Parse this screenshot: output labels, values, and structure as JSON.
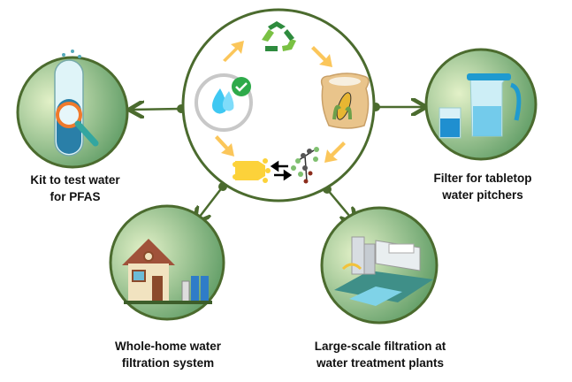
{
  "colors": {
    "ring": "#4b6b2e",
    "arrow": "#fbc65a",
    "circle_light": "#d3e9b8",
    "circle_dark": "#6aa36a"
  },
  "center": {
    "icons": [
      "recycle-icon",
      "corn-sack-icon",
      "molecule-icon",
      "filter-cartridge-icon",
      "water-drop-check-icon"
    ]
  },
  "nodes": [
    {
      "icon": "test-tube-magnifier-icon",
      "label_lines": [
        "Kit to test water",
        "for PFAS"
      ]
    },
    {
      "icon": "water-pitcher-icon",
      "label_lines": [
        "Filter for tabletop",
        "water pitchers"
      ]
    },
    {
      "icon": "house-filtration-icon",
      "label_lines": [
        "Whole-home water",
        "filtration system"
      ]
    },
    {
      "icon": "treatment-plant-icon",
      "label_lines": [
        "Large-scale filtration at",
        "water treatment plants"
      ]
    }
  ]
}
